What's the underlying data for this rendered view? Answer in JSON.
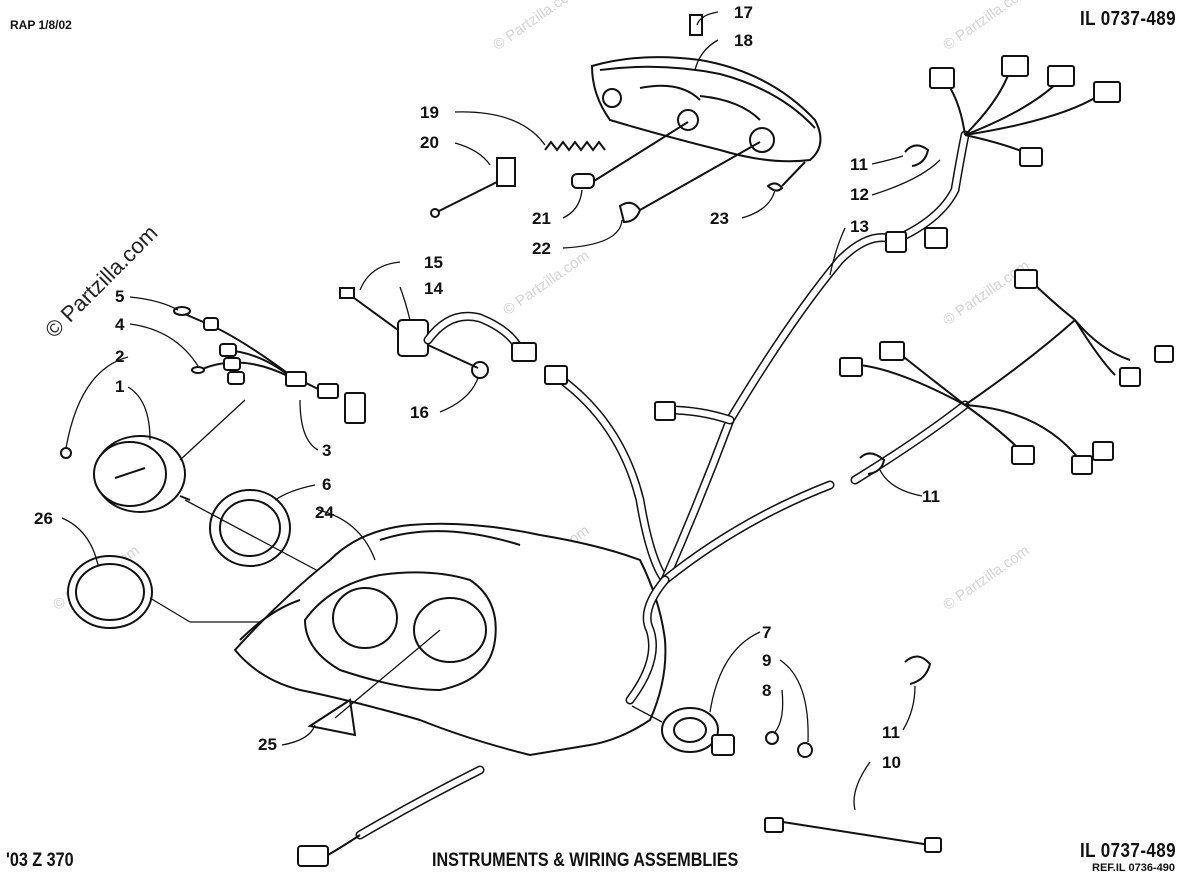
{
  "header": {
    "revision": "RAP 1/8/02",
    "illustration_code": "IL 0737-489"
  },
  "footer": {
    "model": "'03 Z 370",
    "title": "INSTRUMENTS & WIRING ASSEMBLIES",
    "illustration_code": "IL 0737-489",
    "reference": "REF.IL 0736-490"
  },
  "watermark": {
    "side_text": "© Partzilla.com",
    "tile_text": "© Partzilla.com"
  },
  "callouts": [
    "17",
    "18",
    "19",
    "20",
    "21",
    "22",
    "23",
    "15",
    "14",
    "16",
    "5",
    "4",
    "2",
    "1",
    "3",
    "6",
    "24",
    "26",
    "25",
    "11",
    "12",
    "13",
    "11",
    "7",
    "9",
    "8",
    "11",
    "10"
  ],
  "colors": {
    "line": "#111111",
    "watermark": "#d4d4d4",
    "background": "#ffffff"
  }
}
